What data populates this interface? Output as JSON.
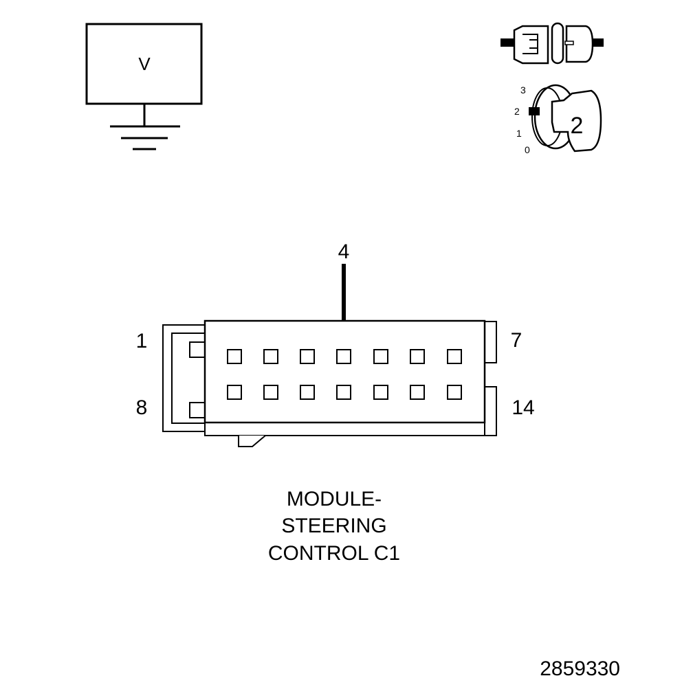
{
  "voltmeter": {
    "symbol": "V"
  },
  "ignition_key": {
    "positions": [
      "3",
      "2",
      "1",
      "0"
    ],
    "selected": "2"
  },
  "connector": {
    "probe_pin": "4",
    "row1_first": "1",
    "row1_last": "7",
    "row2_first": "8",
    "row2_last": "14",
    "title_lines": [
      "MODULE-",
      "STEERING",
      "CONTROL C1"
    ]
  },
  "figure_number": "2859330"
}
